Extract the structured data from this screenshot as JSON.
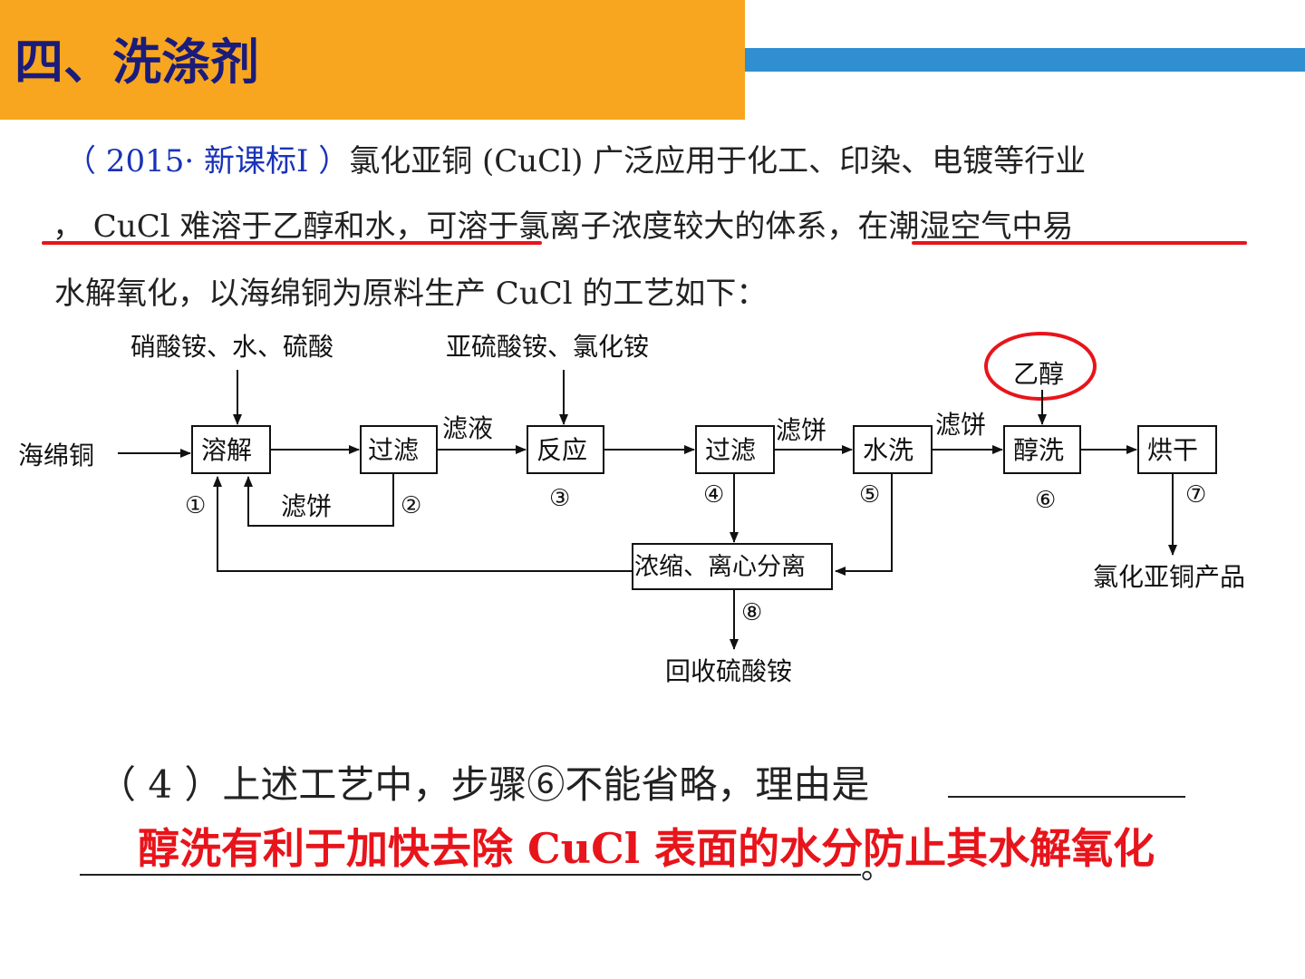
{
  "header": {
    "title": "四、洗涤剂"
  },
  "paragraph": {
    "source": "（ 2015· 新课标Ⅰ ）",
    "line1_rest": "氯化亚铜 (CuCl) 广泛应用于化工、印染、电镀等行业",
    "line2": "， CuCl 难溶于乙醇和水，可溶于氯离子浓度较大的体系，在潮湿空气中易",
    "line3": "水解氧化，以海绵铜为原料生产 CuCl 的工艺如下："
  },
  "flow": {
    "top_inputs": {
      "dissolve": "硝酸铵、水、硫酸",
      "react": "亚硫酸铵、氯化铵",
      "ethanol": "乙醇"
    },
    "start": "海绵铜",
    "boxes": {
      "dissolve": "溶解",
      "filter1": "过滤",
      "react": "反应",
      "filter2": "过滤",
      "water_wash": "水洗",
      "alcohol_wash": "醇洗",
      "dry": "烘干",
      "concentrate": "浓缩、离心分离"
    },
    "edge_labels": {
      "filtrate": "滤液",
      "cake_back": "滤饼",
      "cake1": "滤饼",
      "cake2": "滤饼"
    },
    "steps": {
      "s1": "①",
      "s2": "②",
      "s3": "③",
      "s4": "④",
      "s5": "⑤",
      "s6": "⑥",
      "s7": "⑦",
      "s8": "⑧"
    },
    "outputs": {
      "product": "氯化亚铜产品",
      "recover": "回收硫酸铵"
    }
  },
  "question": {
    "text": "（ 4 ）上述工艺中，步骤⑥不能省略，理由是",
    "answer": "醇洗有利于加快去除 CuCl 表面的水分防止其水解氧化",
    "end": "。"
  },
  "colors": {
    "title_bar": "#f8a61f",
    "title_text": "#1b1c7a",
    "stripe": "#2f8fd0",
    "accent_red": "#e8141b",
    "source_blue": "#1a33b8"
  }
}
